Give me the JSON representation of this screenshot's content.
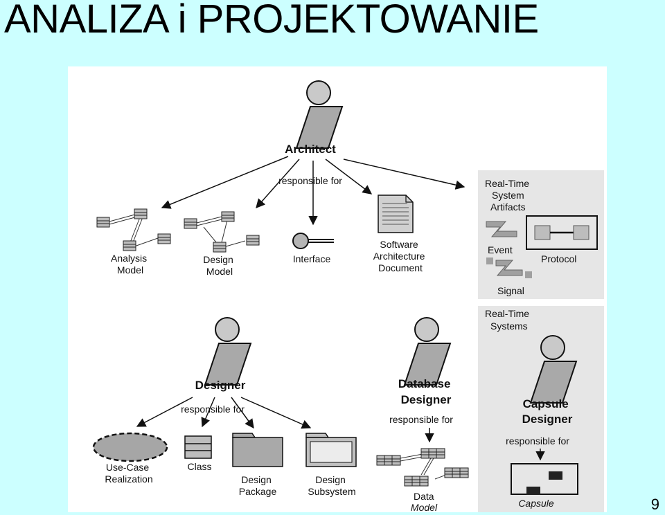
{
  "slide": {
    "title": "ANALIZA i PROJEKTOWANIE",
    "page_number": "9"
  },
  "architect": {
    "name": "Architect",
    "responsible_for": "responsible for",
    "artifacts": {
      "analysis_model": [
        "Analysis",
        "Model"
      ],
      "design_model": [
        "Design",
        "Model"
      ],
      "interface": "Interface",
      "sad": [
        "Software",
        "Architecture",
        "Document"
      ]
    }
  },
  "realtime_artifacts": {
    "title": [
      "Real-Time",
      "System",
      "Artifacts"
    ],
    "event": "Event",
    "signal": "Signal",
    "protocol": "Protocol"
  },
  "designer": {
    "name": "Designer",
    "responsible_for": "responsible for",
    "artifacts": {
      "use_case_realization": [
        "Use-Case",
        "Realization"
      ],
      "class": "Class",
      "design_package": [
        "Design",
        "Package"
      ],
      "design_subsystem": [
        "Design",
        "Subsystem"
      ]
    }
  },
  "database_designer": {
    "name": [
      "Database",
      "Designer"
    ],
    "responsible_for": "responsible for",
    "data_model": [
      "Data",
      "Model"
    ]
  },
  "realtime_systems": {
    "title": [
      "Real-Time",
      "Systems"
    ],
    "capsule_designer": [
      "Capsule",
      "Designer"
    ],
    "responsible_for": "responsible for",
    "capsule": "Capsule"
  }
}
